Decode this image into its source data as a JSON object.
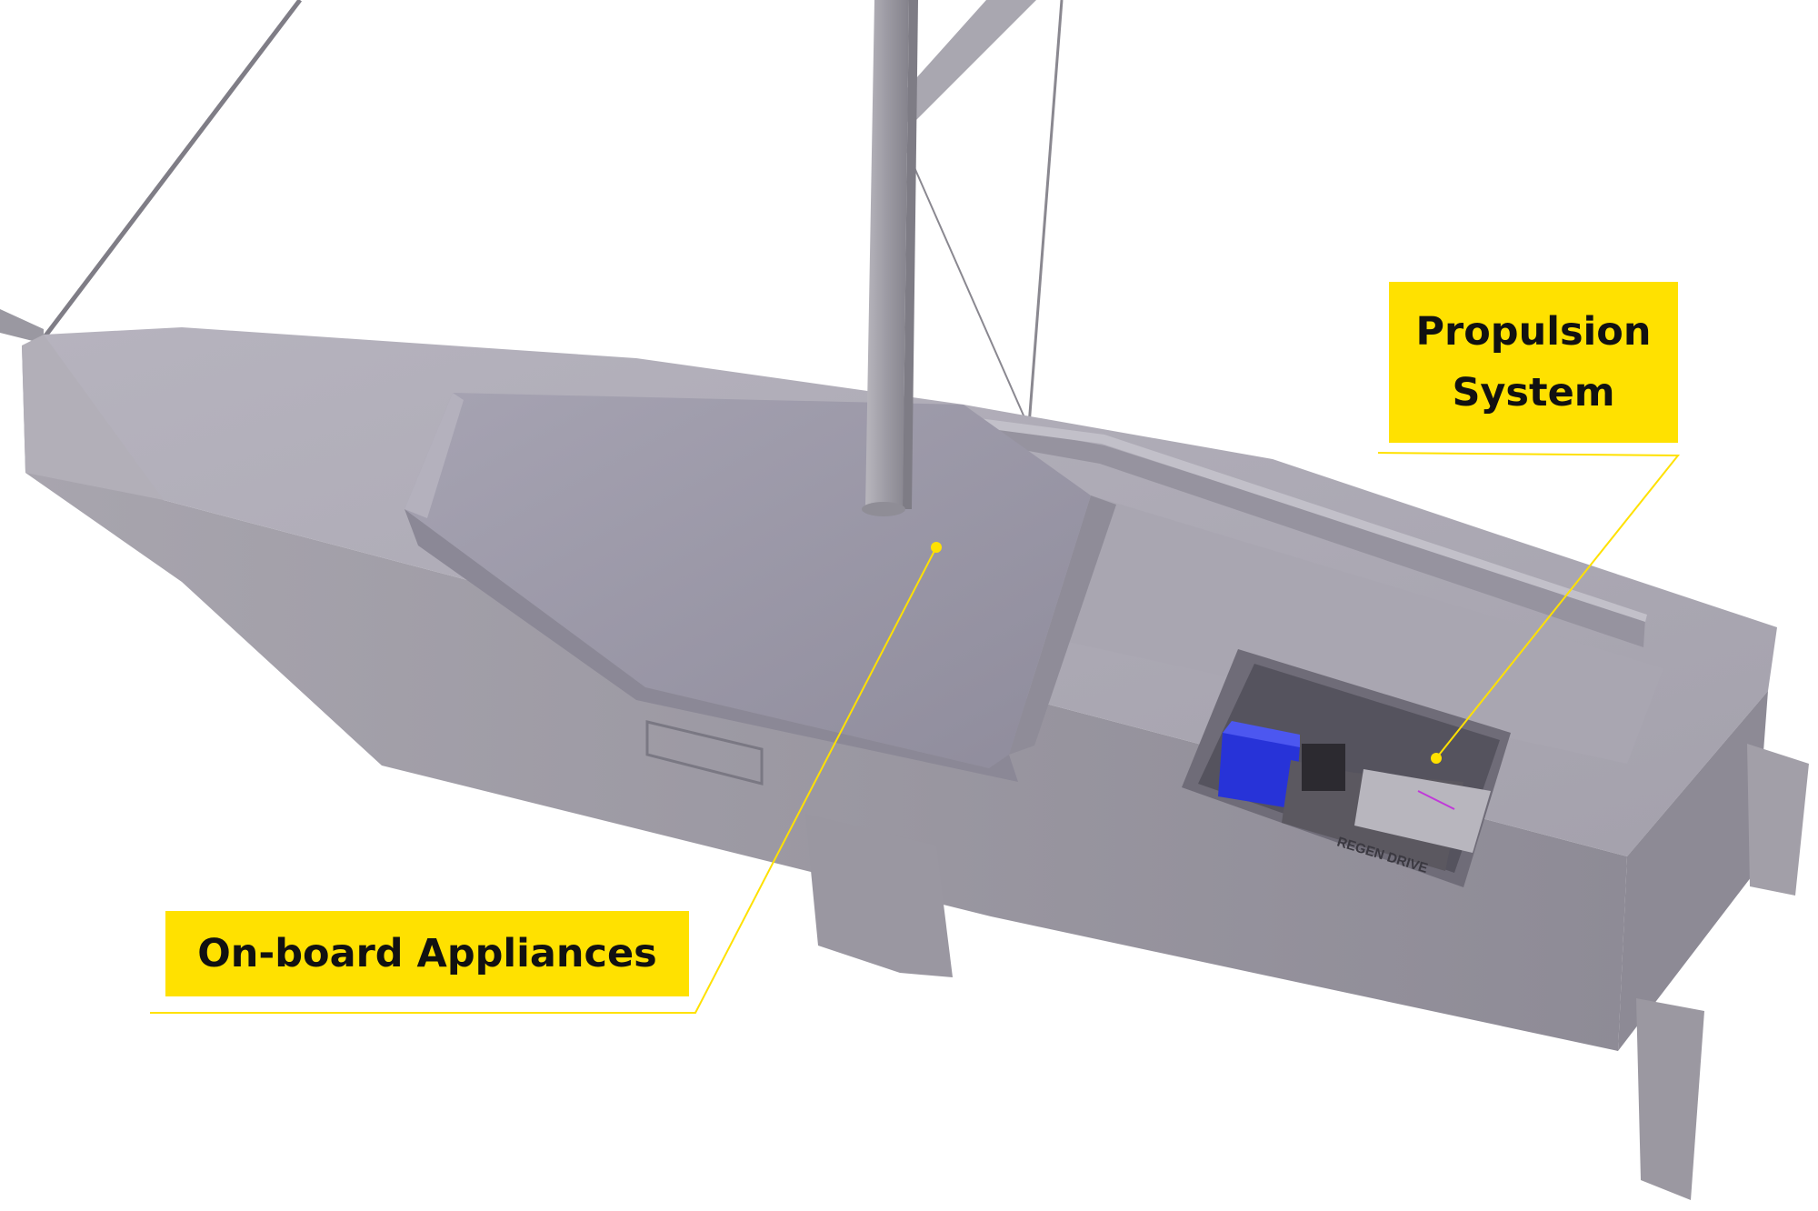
{
  "labels": {
    "propulsion_line1": "Propulsion",
    "propulsion_line2": "System",
    "appliances": "On-board Appliances"
  },
  "battery_brand_text": "REGEN DRIVE",
  "colors": {
    "label_background": "#ffe100",
    "leader_line": "#ffe100",
    "label_text": "#111111",
    "hull": "#9d9aa6",
    "background": "#ffffff"
  }
}
